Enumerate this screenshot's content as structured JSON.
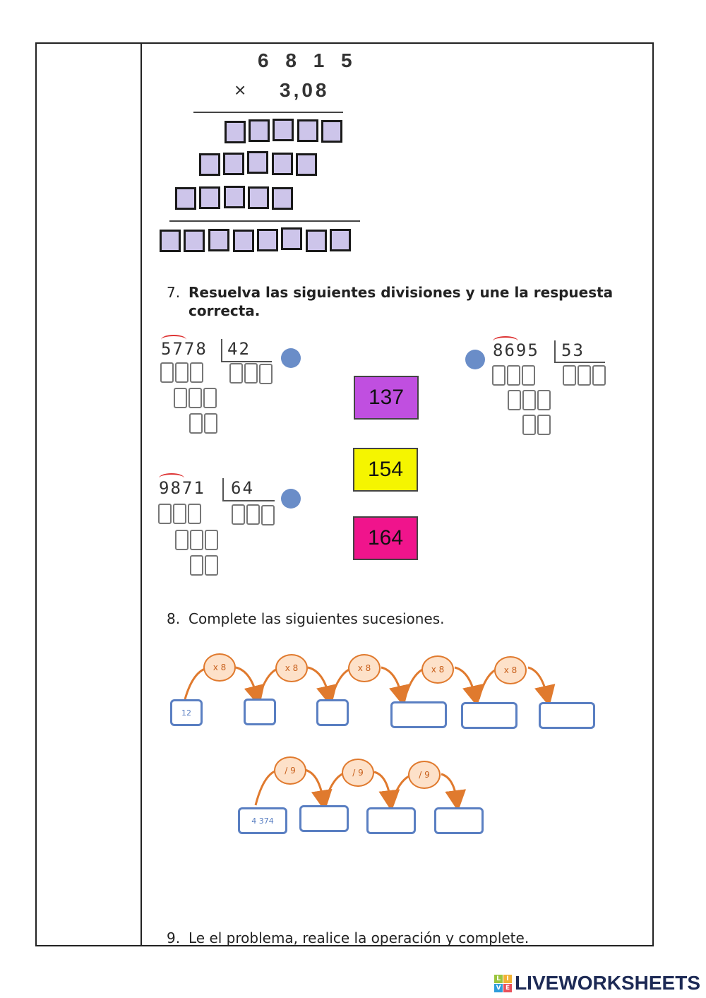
{
  "multiplication": {
    "multiplicand": "6 8 1 5",
    "times_symbol": "×",
    "multiplier": "3,08"
  },
  "q7": {
    "number": "7.",
    "line1": "Resuelva las siguientes divisiones y une la respuesta",
    "line2": "correcta."
  },
  "divisions": [
    {
      "dividend": "5778",
      "divisor": "42"
    },
    {
      "dividend": "8695",
      "divisor": "53"
    },
    {
      "dividend": "9871",
      "divisor": "64"
    }
  ],
  "answers": [
    {
      "value": "137",
      "color": "#c04fe0"
    },
    {
      "value": "154",
      "color": "#f5f500"
    },
    {
      "value": "164",
      "color": "#f0148c"
    }
  ],
  "q8": {
    "number": "8.",
    "text": "Complete las siguientes sucesiones."
  },
  "sequence1": {
    "start": "12",
    "operation": "x 8"
  },
  "sequence2": {
    "start": "4 374",
    "operation": "/ 9"
  },
  "q9": {
    "number": "9.",
    "text": "Le el problema, realice la operación y complete."
  },
  "brand": {
    "name": "LIVEWORKSHEETS",
    "logo_letters": [
      "L",
      "I",
      "V",
      "E"
    ]
  }
}
